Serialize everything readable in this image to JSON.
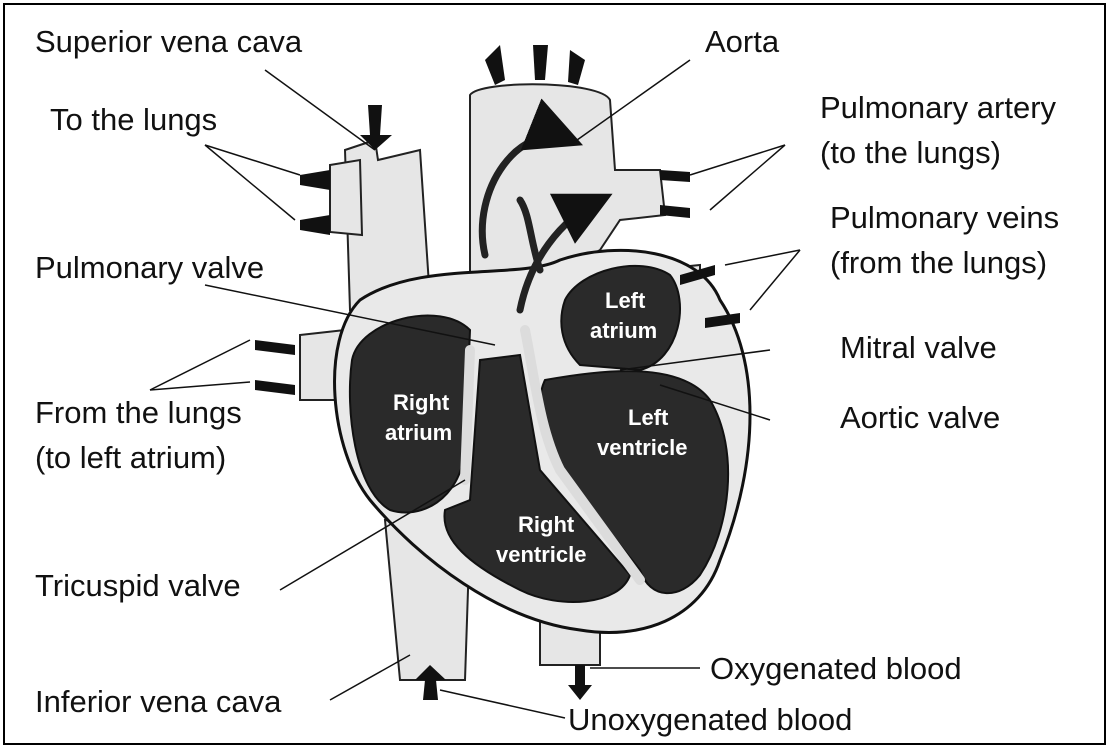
{
  "labels": {
    "superior_vena_cava": "Superior vena cava",
    "aorta": "Aorta",
    "to_the_lungs": "To the lungs",
    "pulmonary_artery_1": "Pulmonary artery",
    "pulmonary_artery_2": "(to the lungs)",
    "pulmonary_veins_1": "Pulmonary veins",
    "pulmonary_veins_2": "(from the lungs)",
    "pulmonary_valve": "Pulmonary valve",
    "mitral_valve": "Mitral valve",
    "aortic_valve": "Aortic valve",
    "from_the_lungs_1": "From the lungs",
    "from_the_lungs_2": "(to left atrium)",
    "tricuspid_valve": "Tricuspid valve",
    "inferior_vena_cava": "Inferior vena cava",
    "oxygenated_blood": "Oxygenated blood",
    "unoxygenated_blood": "Unoxygenated blood"
  },
  "chambers": {
    "left_atrium_1": "Left",
    "left_atrium_2": "atrium",
    "right_atrium_1": "Right",
    "right_atrium_2": "atrium",
    "left_ventricle_1": "Left",
    "left_ventricle_2": "ventricle",
    "right_ventricle_1": "Right",
    "right_ventricle_2": "ventricle"
  },
  "colors": {
    "chamber": "#2a2a2a",
    "tissue": "#e9e9e9",
    "outline": "#111111"
  }
}
